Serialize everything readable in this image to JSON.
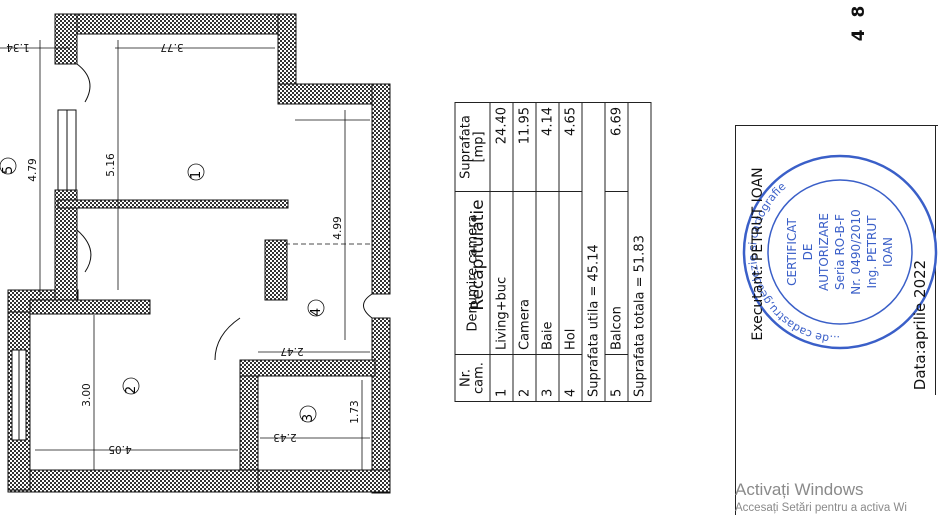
{
  "plan": {
    "rooms": [
      "1",
      "2",
      "3",
      "4",
      "5"
    ],
    "dimensions": [
      "1.34",
      "3.77",
      "4.79",
      "5.16",
      "4.99",
      "2.47",
      "3.00",
      "4.05",
      "1.73",
      "2.43"
    ]
  },
  "recap": {
    "title": "Recapitulatie",
    "headers": [
      "Nr. cam.",
      "Denumire camera",
      "Suprafata [mp]"
    ],
    "rows": [
      {
        "nr": "1",
        "name": "Living+buc",
        "area": "24.40"
      },
      {
        "nr": "2",
        "name": "Camera",
        "area": "11.95"
      },
      {
        "nr": "3",
        "name": "Baie",
        "area": "4.14"
      },
      {
        "nr": "4",
        "name": "Hol",
        "area": "4.65"
      }
    ],
    "util": "Suprafata utila = 45.14",
    "balcony": {
      "nr": "5",
      "name": "Balcon",
      "area": "6.69"
    },
    "total": "Suprafata totala = 51.83"
  },
  "executant": "Executant: PETRUT IOAN",
  "date": "Data:aprilie 2022",
  "page_mark": "4 8",
  "stamp": {
    "ring_text": "...de cadastru,geodezie si cartografie",
    "lines": [
      "CERTIFICAT",
      "DE",
      "AUTORIZARE",
      "Seria RO-B-F",
      "Nr. 0490/2010",
      "Ing. PETRUT",
      "IOAN"
    ],
    "color": "#3a5fc8"
  },
  "watermark": {
    "title": "Activați Windows",
    "subtitle": "Accesați Setări pentru a activa Wi"
  }
}
